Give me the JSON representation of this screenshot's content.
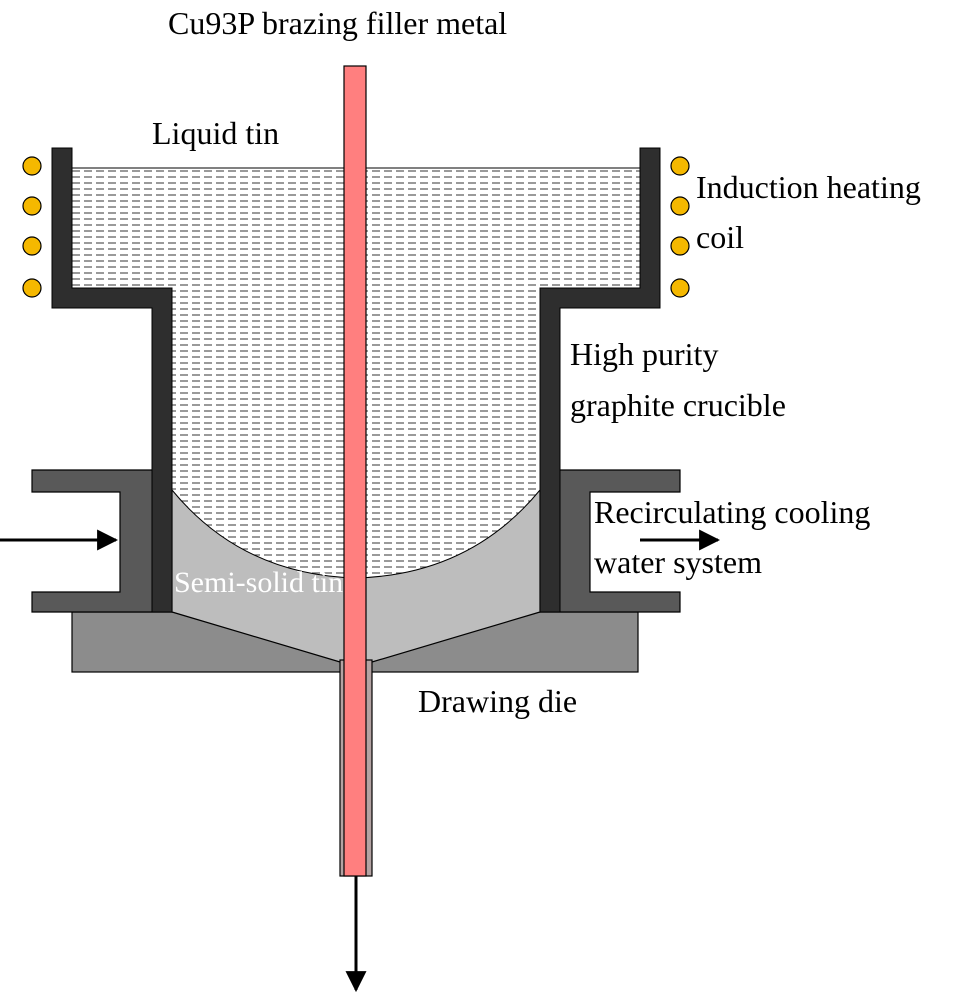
{
  "labels": {
    "rod": "Cu93P brazing filler metal",
    "liquid": "Liquid tin",
    "coil_line1": "Induction heating",
    "coil_line2": "coil",
    "crucible_line1": "High purity",
    "crucible_line2": "graphite crucible",
    "cooling_line1": "Recirculating cooling",
    "cooling_line2": "water system",
    "semisolid": "Semi-solid tin",
    "die": "Drawing die"
  },
  "colors": {
    "crucible": "#2e2e2e",
    "cooling_jacket": "#595959",
    "die_block": "#8c8c8c",
    "semi_solid": "#bdbdbd",
    "liquid_lines": "#555555",
    "rod": "#ff7f7f",
    "rod_exit": "#b3a3a3",
    "coil": "#f5b800"
  }
}
